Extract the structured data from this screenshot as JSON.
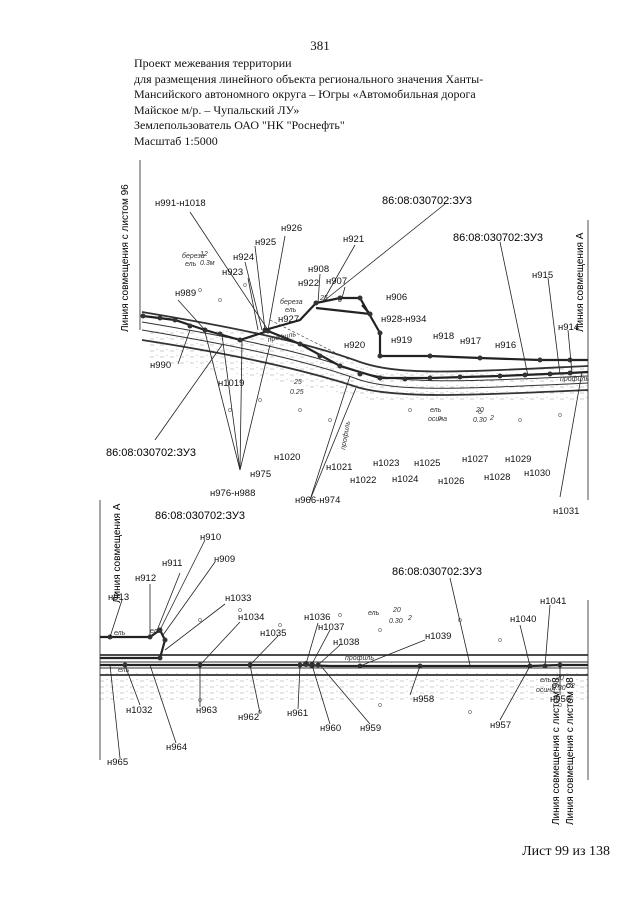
{
  "page": {
    "number": "381",
    "sheet": "Лист 99 из 138"
  },
  "header": {
    "lines": [
      "Проект межевания территории",
      "для размещения линейного объекта регионального значения Ханты-",
      "Мансийского автономного округа – Югры «Автомобильная дорога",
      "Майское м/р. – Чупальский ЛУ»",
      "Землепользователь ОАО \"НК \"Роснефть\"",
      "Масштаб 1:5000"
    ]
  },
  "colors": {
    "ink": "#1a1a1a",
    "road": "#333333",
    "boundary": "#222222",
    "fill": "#888888"
  },
  "map1": {
    "match_lines": [
      "Линия совмещения с листом 96",
      "Линия совмещения А"
    ],
    "parcels": [
      "86:08:030702:ЗУ3",
      "86:08:030702:ЗУ3",
      "86:08:030702:ЗУ3"
    ],
    "points": [
      "н991-н1018",
      "н926",
      "н925",
      "н924",
      "н923",
      "н921",
      "н908",
      "н907",
      "н922",
      "н989",
      "н927",
      "н906",
      "н928-н934",
      "н920",
      "н919",
      "н918",
      "н917",
      "н916",
      "н915",
      "н914",
      "н990",
      "н1019",
      "н1020",
      "н975",
      "н976-н988",
      "н1021",
      "н966-н974",
      "н1022",
      "н1023",
      "н1024",
      "н1025",
      "н1026",
      "н1027",
      "н1028",
      "н1029",
      "н1030",
      "н1031"
    ],
    "annotations": [
      "береза",
      "ель",
      "береза",
      "ель",
      "ель",
      "осина",
      "профиль",
      "профиль",
      "профиль",
      "25",
      "8",
      "20",
      "0.30",
      "2",
      "12",
      "0.3м",
      "25",
      "0.25"
    ]
  },
  "map2": {
    "match_lines": [
      "Линия совмещения А",
      "Линия совмещения с листом 98"
    ],
    "parcels": [
      "86:08:030702:ЗУ3",
      "86:08:030702:ЗУ3"
    ],
    "points": [
      "н910",
      "н909",
      "н911",
      "н912",
      "н913",
      "н1033",
      "н1034",
      "н1035",
      "н1036",
      "н1037",
      "н1038",
      "н1039",
      "н1040",
      "н1041",
      "н1032",
      "н963",
      "н962",
      "н961",
      "н960",
      "н959",
      "н958",
      "н957",
      "н956",
      "н964",
      "н965"
    ],
    "annotations": [
      "ель",
      "ель",
      "ель",
      "ель",
      "ель",
      "осина",
      "профиль",
      "20",
      "0.30",
      "2",
      "20",
      "0.30",
      "2"
    ]
  }
}
